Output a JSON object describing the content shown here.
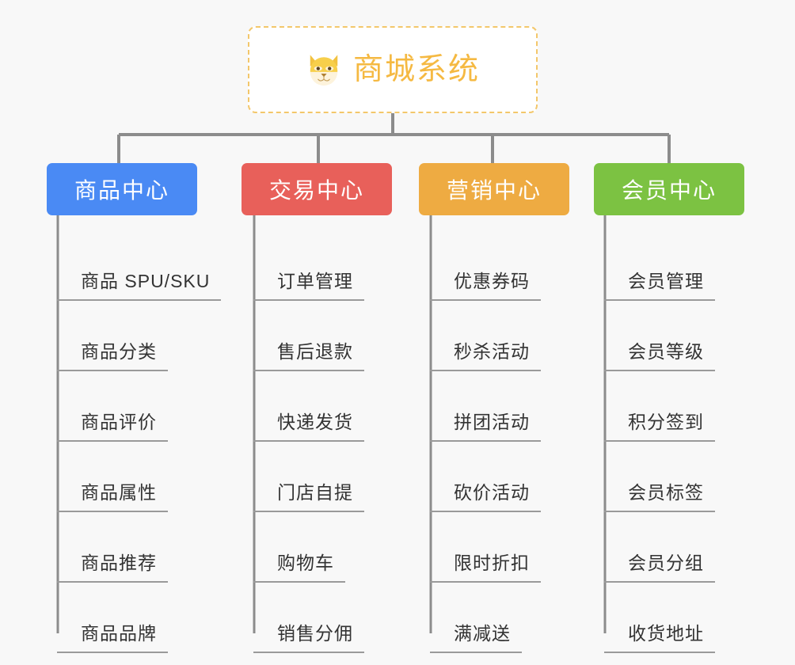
{
  "page": {
    "background": "#f8f8f8",
    "type": "mindmap-tree-diagram"
  },
  "root": {
    "title": "商城系统",
    "icon": "dog-face-emoji",
    "text_color": "#f5b942",
    "border_color": "#f3c76b",
    "background": "#ffffff"
  },
  "connector": {
    "color": "#8c8c8c"
  },
  "categories": [
    {
      "label": "商品中心",
      "color": "#4a8af4",
      "items": [
        "商品 SPU/SKU",
        "商品分类",
        "商品评价",
        "商品属性",
        "商品推荐",
        "商品品牌"
      ]
    },
    {
      "label": "交易中心",
      "color": "#e8605a",
      "items": [
        "订单管理",
        "售后退款",
        "快递发货",
        "门店自提",
        "购物车",
        "销售分佣"
      ]
    },
    {
      "label": "营销中心",
      "color": "#eeab42",
      "items": [
        "优惠券码",
        "秒杀活动",
        "拼团活动",
        "砍价活动",
        "限时折扣",
        "满减送"
      ]
    },
    {
      "label": "会员中心",
      "color": "#7cc242",
      "items": [
        "会员管理",
        "会员等级",
        "积分签到",
        "会员标签",
        "会员分组",
        "收货地址"
      ]
    }
  ]
}
